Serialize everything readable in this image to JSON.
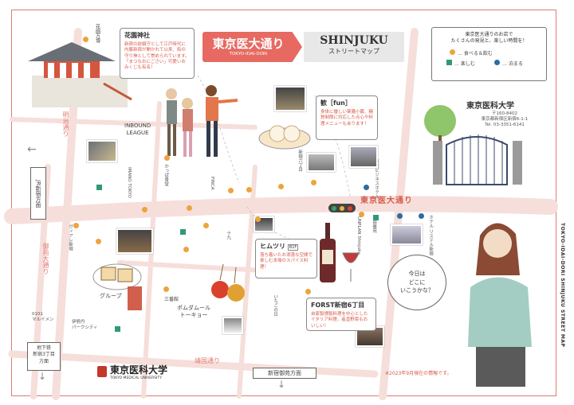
{
  "colors": {
    "road": "#f6dedb",
    "frame": "#e07a72",
    "eat": "#eea33c",
    "play": "#2f9a77",
    "stay": "#2d6c9c",
    "street": "#f4c9c4",
    "title_box": "#e66a62"
  },
  "title": {
    "street_jp": "東京医大通り",
    "street_romaji": "TOKYO-IDAI-DORI",
    "area": "SHINJUKU",
    "subtitle": "ストリートマップ"
  },
  "legend": {
    "intro": "東京医大通りのお店で\nたくさんの発見と、楽しい時間を！",
    "eat": "… 食べる＆飲む",
    "play": "… 楽しむ",
    "stay": "… 泊まる"
  },
  "shrine": {
    "title": "花園神社",
    "desc": "新宿の総鎮守として江戸時代に内藤新宿が開かれて以来、街の守り神として崇められています。「まつなおにごさい」可愛いおみくじも有名！"
  },
  "university": {
    "name": "東京医科大学",
    "address": "〒160-8402\n東京都新宿区新宿6-1-1\nTel. 03-3351-6141",
    "logo_name": "東京医科大学",
    "logo_en": "TOKYO MEDICAL UNIVERSITY"
  },
  "roads": {
    "meiji": "明治通り",
    "yasukuni": "靖国通り",
    "gyoen": "御苑大通り",
    "idai": "東京医大通り",
    "side": "TOKYO-IDAI-DORI SHINJUKU STREET MAP"
  },
  "signs": {
    "jr": "JR新宿方面",
    "chika": "地下鉄\n新宿3丁目\n方面",
    "gyoen": "新宿御苑方面"
  },
  "places": {
    "hanazono": "花園万博",
    "inbound": "INBOUND\nLEAGUE",
    "imano": "IMANO TOKYO",
    "finca": "FINCA",
    "kappa": "かっぱ食堂",
    "toku": "十九",
    "wine": "ヴィアレ新宿",
    "grub": "グループ",
    "pomme": "ポムダムール\nトーキョー",
    "mitsuke": "三番館",
    "isetan": "伊勢丹\nパークシティ",
    "marui": "0101\nマルイメン",
    "forst": "FORST新宿6丁目",
    "unplan": "UNPLAN\nShinjuku",
    "hotel1": "東京ビジネスホテル",
    "hotel2": "ホテル\nリステル新宿",
    "yumeji": "由華苑",
    "hamamura": "ヒムツリ",
    "shinjuku6": "新宿六丁目",
    "sanwa": "いちごの日"
  },
  "bubbles": {
    "fun": {
      "title": "歓［fun］",
      "body": "身体に優しい薬膳小籠、糖質制限に対応した点心や料理メニューもあります！"
    },
    "himitsuri": {
      "title": "ヒムツリ",
      "tag": "B1F",
      "body": "落ち着いたお洒落な空間で楽しむ本場のスパイス料理！"
    },
    "forst": {
      "title": "FORST新宿6丁目",
      "body": "自家製燻製料理を中心としたイタリア料理。産直野菜もおいしい！"
    },
    "speech": {
      "text": "今日は\nどこに\nいこうかな？"
    }
  },
  "note": "※2023年9月現在の情報です。"
}
